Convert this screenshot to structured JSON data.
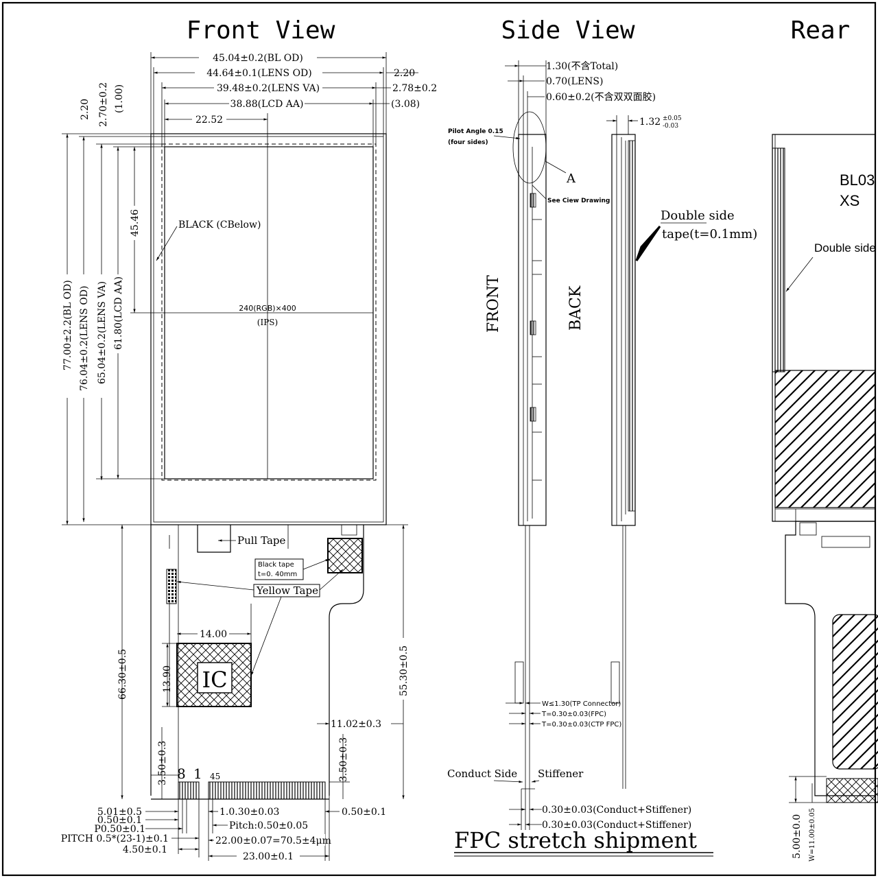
{
  "views": {
    "front": "Front View",
    "side": "Side View",
    "rear": "Rear"
  },
  "front": {
    "top_dims": [
      "45.04±0.2(BL OD)",
      "44.64±0.1(LENS OD)",
      "39.48±0.2(LENS VA)",
      "38.88(LCD AA)",
      "22.52"
    ],
    "right_dims": [
      "2.20",
      "2.78±0.2",
      "(3.08)"
    ],
    "left_top_dims": [
      "2.20",
      "2.70±0.2",
      "(1.00)"
    ],
    "left_dims": [
      "77.00±2.2(BL OD)",
      "76.04±0.2(LENS OD)",
      "65.04±0.2(LENS VA)",
      "61.80(LCD AA)",
      "45.46"
    ],
    "black_label": "BLACK (CBelow)",
    "resolution": "240(RGB)×400",
    "panel_type": "(IPS)",
    "pull_tape": "Pull Tape",
    "black_tape": "Black tape",
    "black_tape_t": "t=0. 40mm",
    "yellow_tape": "Yellow Tape",
    "ic_label": "IC",
    "fpc_dims": {
      "w14": "14.00",
      "h13": "13.90",
      "h66": "66.30±0.5",
      "h55": "55.30±0.5",
      "w11": "11.02±0.3",
      "h35l": "3.50±0.3",
      "h35r": "3.50±0.3",
      "pin_8": "8",
      "pin_1": "1",
      "pin_45": "45"
    },
    "bottom_dims": [
      "5.01±0.5",
      "0.50±0.1",
      "P0.50±0.1",
      "PITCH 0.5*(23-1)±0.1",
      "4.50±0.1"
    ],
    "bottom_right_dims": [
      "1.0.30±0.03",
      "Pitch:0.50±0.05",
      "22.00±0.07=70.5±4μm",
      "23.00±0.1",
      "0.50±0.1"
    ]
  },
  "side": {
    "top_dims": [
      "1.30(不含Total)",
      "0.70(LENS)",
      "0.60±0.2(不含双双面胶)"
    ],
    "pilot_angle": "Pilot Angle 0.15",
    "four_sides": "(four sides)",
    "label_a": "A",
    "see_drawing": "See Ciew Drawing",
    "front_label": "FRONT",
    "back_label": "BACK",
    "thickness": "1.32",
    "tol_plus": "±0.05",
    "tol_minus": "-0.03",
    "double_side": "Double side",
    "tape_t": "tape(t=0.1mm)",
    "connector_dims": [
      "W≤1.30(TP Connector)",
      "T=0.30±0.03(FPC)",
      "T=0.30±0.03(CTP FPC)"
    ],
    "conduct_side": "Conduct Side",
    "stiffener": "Stiffener",
    "bottom_dims": [
      "0.30±0.03(Conduct+Stiffener)",
      "0.30±0.03(Conduct+Stiffener)"
    ],
    "fpc_shipment": "FPC stretch shipment"
  },
  "rear": {
    "code1": "BL03",
    "code2": "XS",
    "double_side": "Double side",
    "dim_5": "5.00±0.0",
    "dim_w11": "W=11.00±0.05"
  }
}
